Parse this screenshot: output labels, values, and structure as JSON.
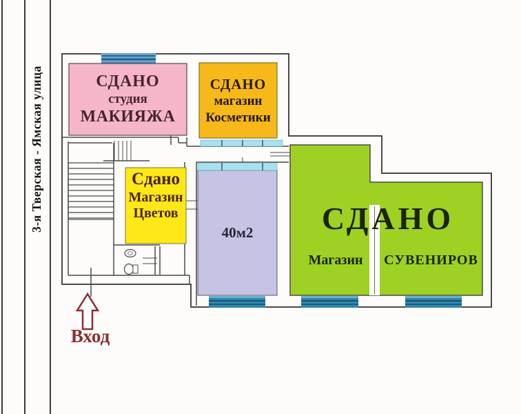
{
  "street": {
    "name": "3-я Тверская - Ямская улица"
  },
  "entrance": {
    "label": "Вход"
  },
  "rooms": {
    "makeup": {
      "status": "СДАНО",
      "line2": "студия",
      "line3": "МАКИЯЖА",
      "color": "#f5b6ca"
    },
    "cosmetics": {
      "status": "СДАНО",
      "line2": "магазин",
      "line3": "Косметики",
      "color": "#f6b919"
    },
    "flowers": {
      "status": "Сдано",
      "line2": "Магазин",
      "line3": "Цветов",
      "color": "#ffe818"
    },
    "vacant40": {
      "area": "40м2",
      "color": "#c7c3e5"
    },
    "souvenirs": {
      "status": "СДАНО",
      "line2": "Магазин",
      "line3": "СУВЕНИРОВ",
      "color": "#9ed123"
    }
  },
  "palette": {
    "wall": "#4a4a4a",
    "window_body": "#3187ad",
    "window_stripe": "#14506e",
    "window_top_body": "#6ba3c9",
    "glass_light": "#a9e0ef",
    "accent_red": "#8a2f2f",
    "background": "#fdfcfa"
  }
}
